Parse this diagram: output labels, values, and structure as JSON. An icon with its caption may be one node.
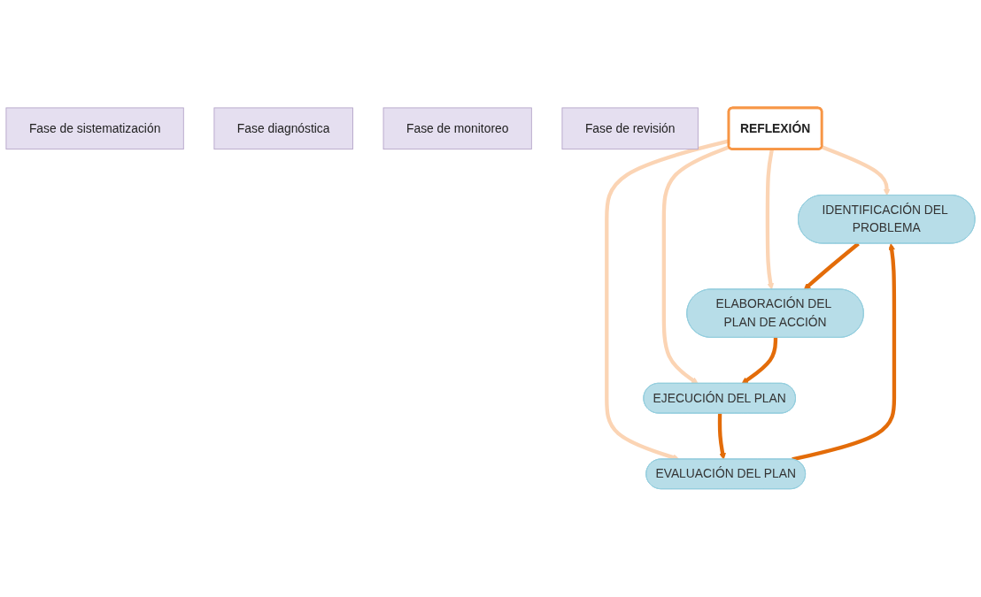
{
  "diagram": {
    "nodes": [
      {
        "text": [
          "Fase de sistematización"
        ]
      },
      {
        "text": [
          "IDENTIFICACIÓN DEL PROBLEMA"
        ]
      },
      {
        "text": [
          "Fase diagnóstica"
        ]
      },
      {
        "text": [
          "EVALUACIÓN DEL PLAN"
        ]
      },
      {
        "text": [
          "REFLEXIÓN"
        ]
      },
      {
        "text": [
          "ELABORACIÓN DEL PLAN DE ACCIÓN"
        ]
      },
      {
        "text": [
          "Fase de monitoreo"
        ]
      },
      {
        "text": [
          "Fase de revisión"
        ]
      },
      {
        "text": [
          "EJECUCIÓN DEL PLAN"
        ]
      }
    ],
    "edges": [
      {
        "from": 4,
        "to": 1,
        "arrow": "to",
        "color": "#fbd4b4"
      },
      {
        "from": 4,
        "to": 3,
        "arrow": "to",
        "color": "#fbd4b4"
      },
      {
        "from": 4,
        "to": 5,
        "arrow": "to",
        "color": "#fbd4b4"
      },
      {
        "from": 4,
        "to": 8,
        "arrow": "to",
        "color": "#fbd4b4"
      },
      {
        "from": 1,
        "to": 5,
        "arrow": "to",
        "color": "#e36c09"
      },
      {
        "from": 5,
        "to": 8,
        "arrow": "to",
        "color": "#e36c09"
      },
      {
        "from": 8,
        "to": 3,
        "arrow": "to",
        "color": "#e36c09"
      },
      {
        "from": 3,
        "to": 1,
        "arrow": "to",
        "color": "#e36c09"
      }
    ]
  }
}
